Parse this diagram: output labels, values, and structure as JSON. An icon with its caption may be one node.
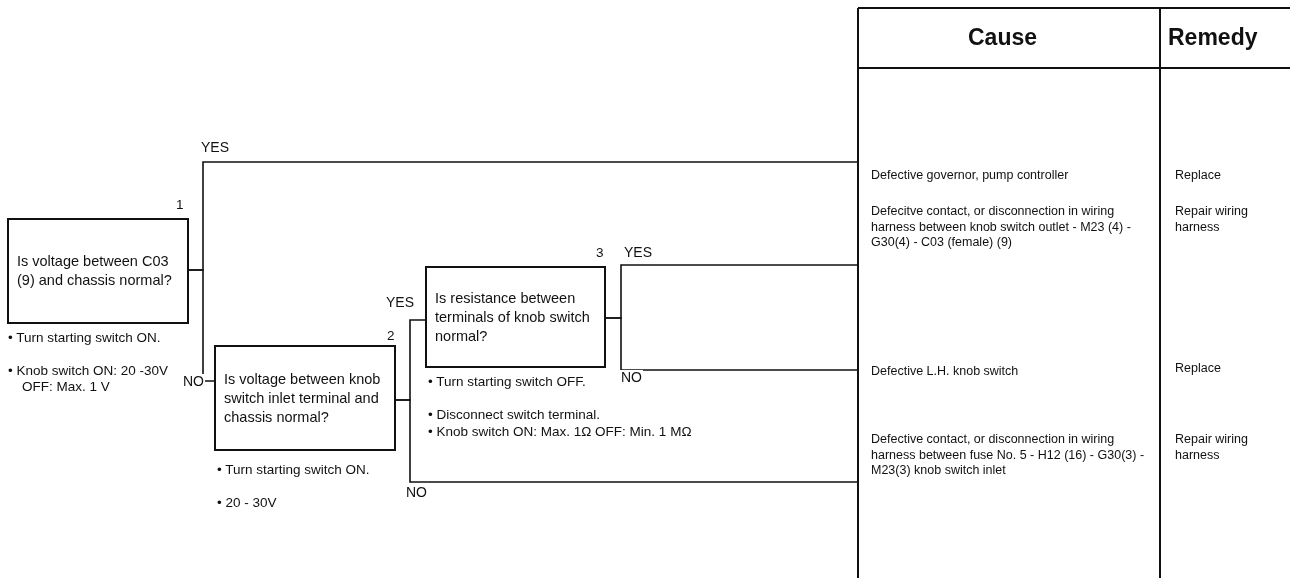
{
  "diagram": {
    "nodes": [
      {
        "text": [
          "Is voltage between C03 (9) and chassis normal?"
        ],
        "beside": [
          "1",
          "• Turn starting switch ON.",
          "• Knob switch ON: 20 -30V OFF: Max. 1 V"
        ]
      },
      {
        "text": [
          "Is voltage between knob switch inlet terminal and chassis normal?"
        ],
        "beside": [
          "2",
          "• Turn starting switch ON.",
          "• 20 - 30V"
        ]
      },
      {
        "text": [
          "Is resistance between terminals of knob switch normal?"
        ],
        "beside": [
          "3",
          "• Turn starting switch OFF.",
          "• Disconnect switch terminal.",
          "• Knob switch ON: Max. 1Ω OFF: Min. 1 MΩ"
        ]
      },
      {
        "text": [
          "Defective governor, pump controller"
        ]
      },
      {
        "text": [
          "Defecitve contact, or disconnection in wiring harness between knob switch outlet - M23 (4) - G30(4) - C03 (female) (9)"
        ]
      },
      {
        "text": [
          "Defective L.H. knob switch"
        ]
      },
      {
        "text": [
          "Defective contact, or disconnection in wiring harness between fuse No. 5 - H12 (16) - G30(3) - M23(3) knob switch inlet"
        ]
      }
    ],
    "edges": [
      {
        "from": 0,
        "to": 3,
        "arrow": "none",
        "label": "YES"
      },
      {
        "from": 0,
        "to": 1,
        "arrow": "none",
        "label": "NO"
      },
      {
        "from": 1,
        "to": 2,
        "arrow": "none",
        "label": "YES"
      },
      {
        "from": 1,
        "to": 6,
        "arrow": "none",
        "label": "NO"
      },
      {
        "from": 2,
        "to": 4,
        "arrow": "none",
        "label": "YES"
      },
      {
        "from": 2,
        "to": 5,
        "arrow": "none",
        "label": "NO"
      }
    ],
    "labels": [
      "Cause",
      "Remedy",
      "Replace",
      "Repair wiring harness",
      "Replace",
      "Repair wiring harness"
    ]
  }
}
